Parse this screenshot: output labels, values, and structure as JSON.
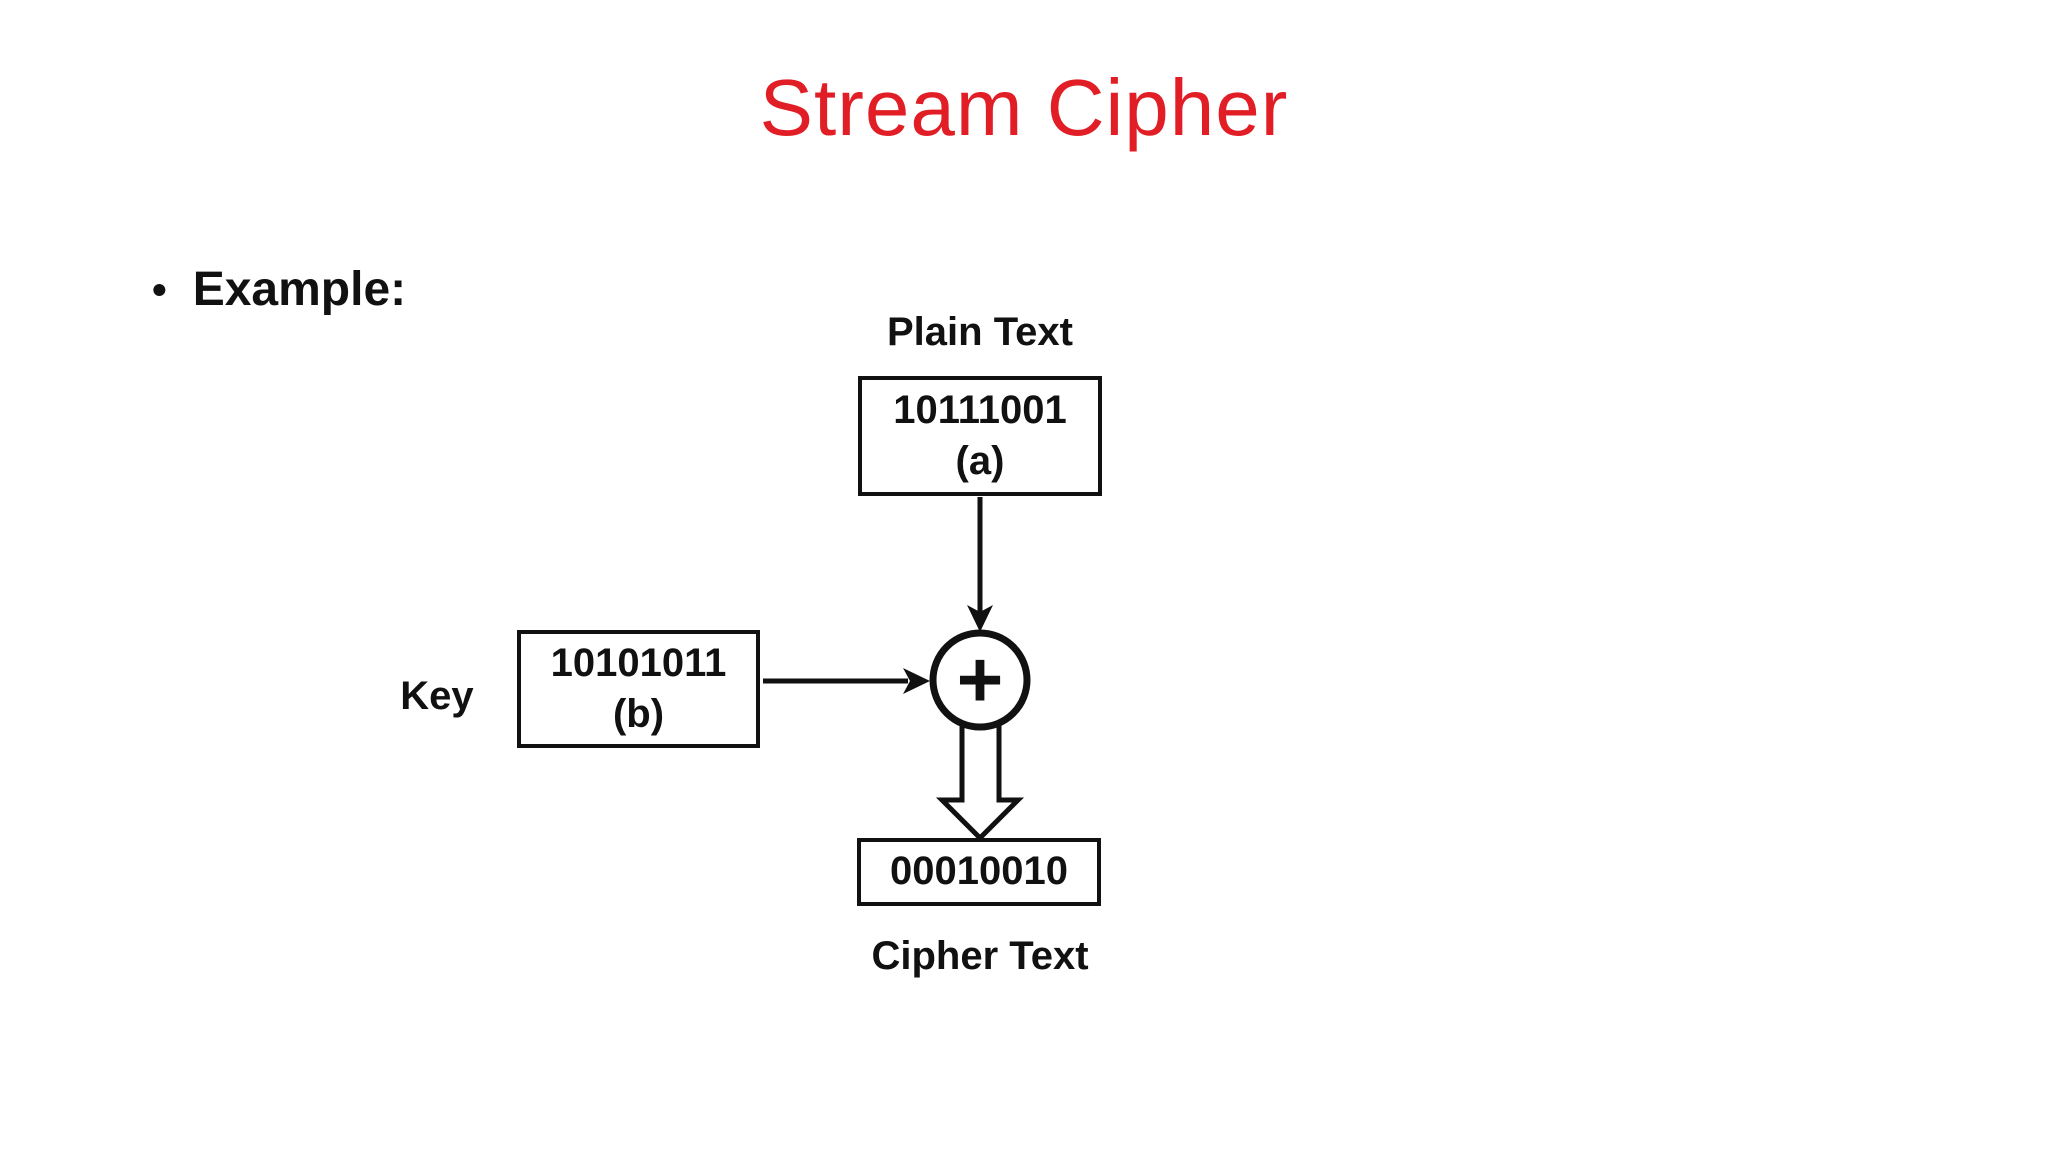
{
  "slide": {
    "title": "Stream Cipher",
    "title_color": "#e11e25",
    "bullet_glyph": "•",
    "example_label": "Example:"
  },
  "diagram": {
    "plain_text": {
      "label": "Plain Text",
      "value": "10111001",
      "tag": "(a)"
    },
    "key": {
      "label": "Key",
      "value": "10101011",
      "tag": "(b)"
    },
    "xor": {
      "symbol": "+"
    },
    "cipher_text": {
      "label": "Cipher Text",
      "value": "00010010"
    }
  }
}
